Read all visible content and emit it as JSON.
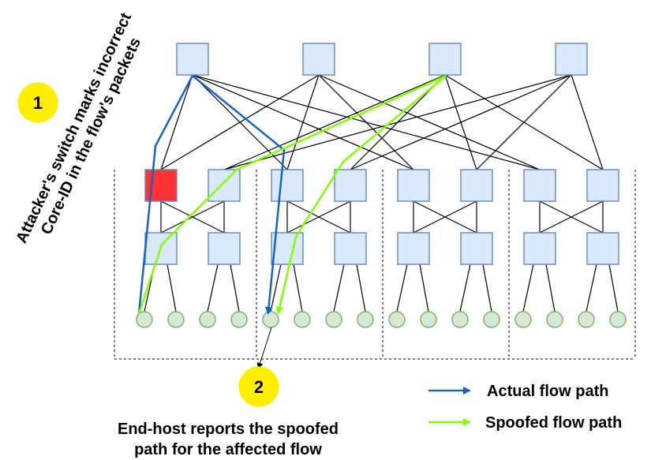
{
  "annotations": {
    "step1_number": "1",
    "step1_text_line1": "Attacker's switch marks incorrect",
    "step1_text_line2": "Core-ID in the flow's packets",
    "step2_number": "2",
    "step2_text_line1": "End-host reports the spoofed",
    "step2_text_line2": "path for the affected flow"
  },
  "legend": {
    "actual_label": "Actual flow path",
    "spoofed_label": "Spoofed flow path"
  },
  "colors": {
    "switch_fill": "#dae8fc",
    "switch_stroke": "#6c8ebf",
    "attacker_fill": "#ff3333",
    "host_fill": "#d5e8d4",
    "host_stroke": "#82b366",
    "actual_path": "#1565c0",
    "spoofed_path": "#80ff00",
    "badge_fill": "#ffee00"
  },
  "topology": {
    "type": "fat-tree",
    "core_switches": 4,
    "pods": 4,
    "aggregation_per_pod": 2,
    "edge_per_pod": 2,
    "hosts_per_edge": 2,
    "attacker_switch": "pod1-aggregation1"
  }
}
